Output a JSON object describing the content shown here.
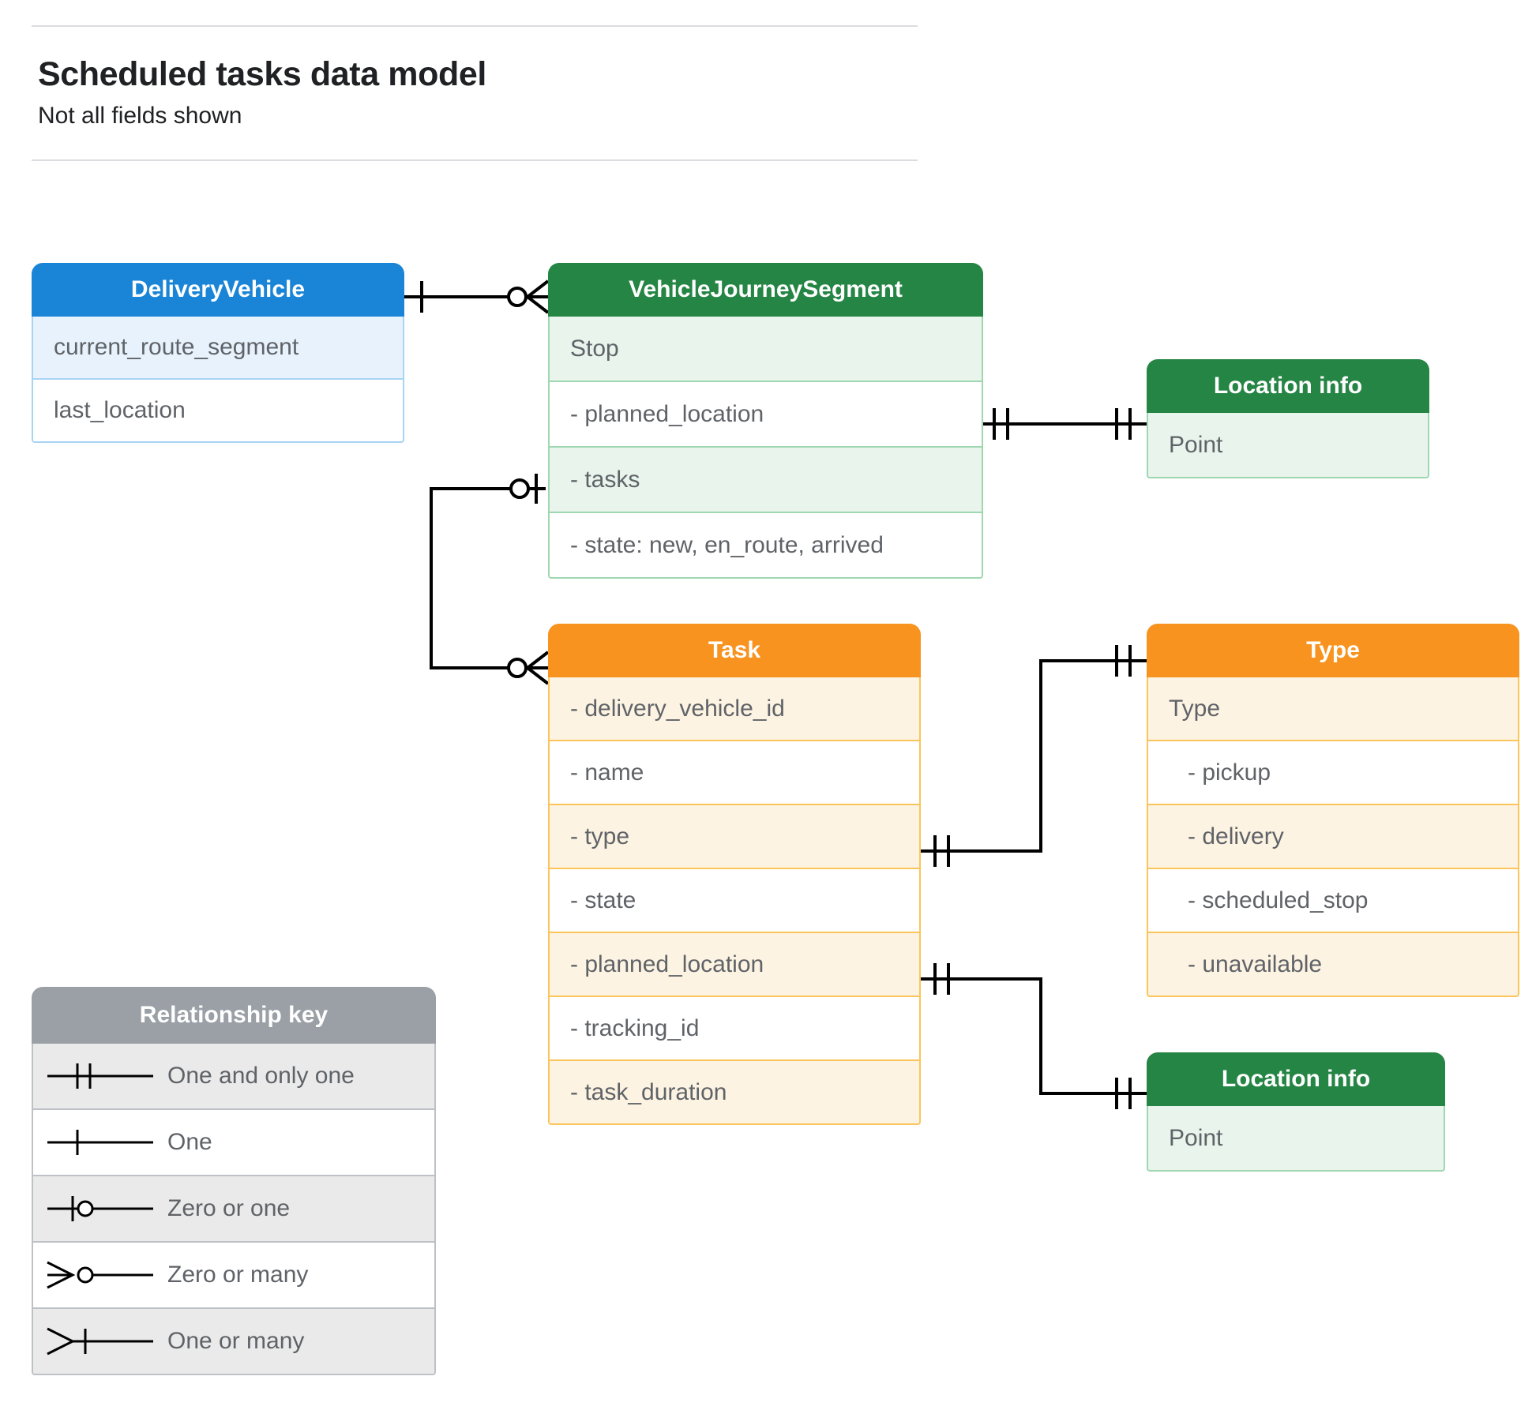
{
  "header": {
    "title": "Scheduled tasks data model",
    "subtitle": "Not all fields shown"
  },
  "colors": {
    "blue_header": "#1a85d6",
    "blue_row": "#e8f2fc",
    "blue_border": "#a8d4f4",
    "green_header": "#258544",
    "green_row": "#e9f4ec",
    "green_border": "#9ed7b0",
    "orange_header": "#f7931e",
    "orange_row": "#fdf3e2",
    "orange_border": "#fbc55c",
    "gray_header": "#9aa0a6",
    "gray_row": "#eaeaea",
    "text": "#5f6368",
    "line": "#000000"
  },
  "entities": {
    "delivery_vehicle": {
      "title": "DeliveryVehicle",
      "rows": [
        "current_route_segment",
        "last_location"
      ]
    },
    "vehicle_journey_segment": {
      "title": "VehicleJourneySegment",
      "rows": [
        "Stop",
        "-  planned_location",
        "- tasks",
        "- state: new, en_route, arrived"
      ]
    },
    "location_info_top": {
      "title": "Location info",
      "rows": [
        "Point"
      ]
    },
    "task": {
      "title": "Task",
      "rows": [
        "- delivery_vehicle_id",
        "- name",
        "- type",
        "- state",
        "- planned_location",
        "- tracking_id",
        "- task_duration"
      ]
    },
    "type": {
      "title": "Type",
      "rows": [
        "Type",
        "-   pickup",
        "-   delivery",
        "-   scheduled_stop",
        "-   unavailable"
      ]
    },
    "location_info_bottom": {
      "title": "Location info",
      "rows": [
        "Point"
      ]
    }
  },
  "legend": {
    "title": "Relationship key",
    "items": [
      {
        "glyph": "one-and-only-one-icon",
        "label": "One and only one"
      },
      {
        "glyph": "one-icon",
        "label": "One"
      },
      {
        "glyph": "zero-or-one-icon",
        "label": "Zero or one"
      },
      {
        "glyph": "zero-or-many-icon",
        "label": "Zero or many"
      },
      {
        "glyph": "one-or-many-icon",
        "label": "One or many"
      }
    ]
  },
  "relationships": [
    {
      "from": "delivery-vehicle",
      "to": "vehicle-journey-segment",
      "from_marker": "one",
      "to_marker": "zero-or-many"
    },
    {
      "from": "vehicle-journey-segment-tasks",
      "to": "task",
      "from_marker": "zero-or-one",
      "to_marker": "zero-or-many"
    },
    {
      "from": "vehicle-journey-segment-planned-location",
      "to": "location-info-top",
      "from_marker": "one-and-only-one",
      "to_marker": "one-and-only-one"
    },
    {
      "from": "task-type",
      "to": "type",
      "from_marker": "one-and-only-one",
      "to_marker": "one-and-only-one"
    },
    {
      "from": "task-planned-location",
      "to": "location-info-bottom",
      "from_marker": "one-and-only-one",
      "to_marker": "one-and-only-one"
    }
  ]
}
